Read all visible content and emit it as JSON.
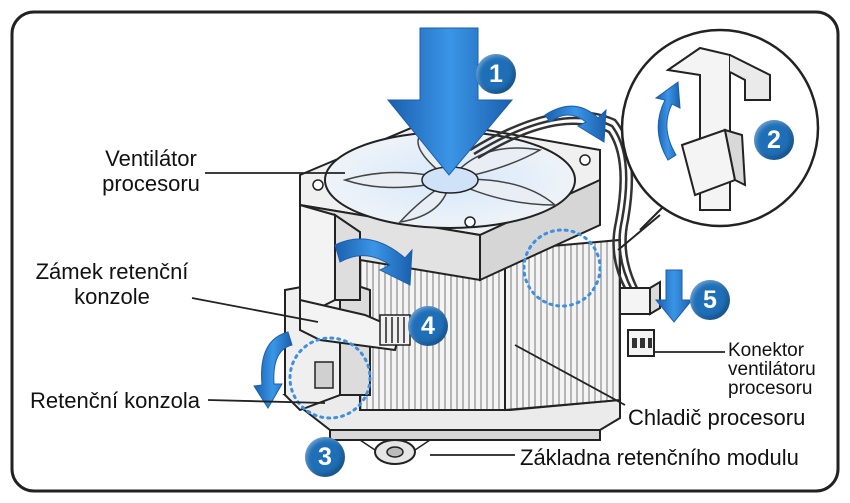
{
  "labels": {
    "cpu_fan": [
      "Ventilátor",
      "procesoru"
    ],
    "lock": [
      "Zámek retenční",
      "konzole"
    ],
    "bracket": "Retenční konzola",
    "connector": [
      "Konektor",
      "ventilátoru",
      "procesoru"
    ],
    "heatsink": "Chladič procesoru",
    "base": "Základna retenčního modulu"
  },
  "steps": [
    "1",
    "2",
    "3",
    "4",
    "5"
  ],
  "colors": {
    "accent": "#1f6fb8",
    "arrow": "#2a7fd0",
    "frame": "#222222",
    "dotted": "#3f8fe0"
  }
}
